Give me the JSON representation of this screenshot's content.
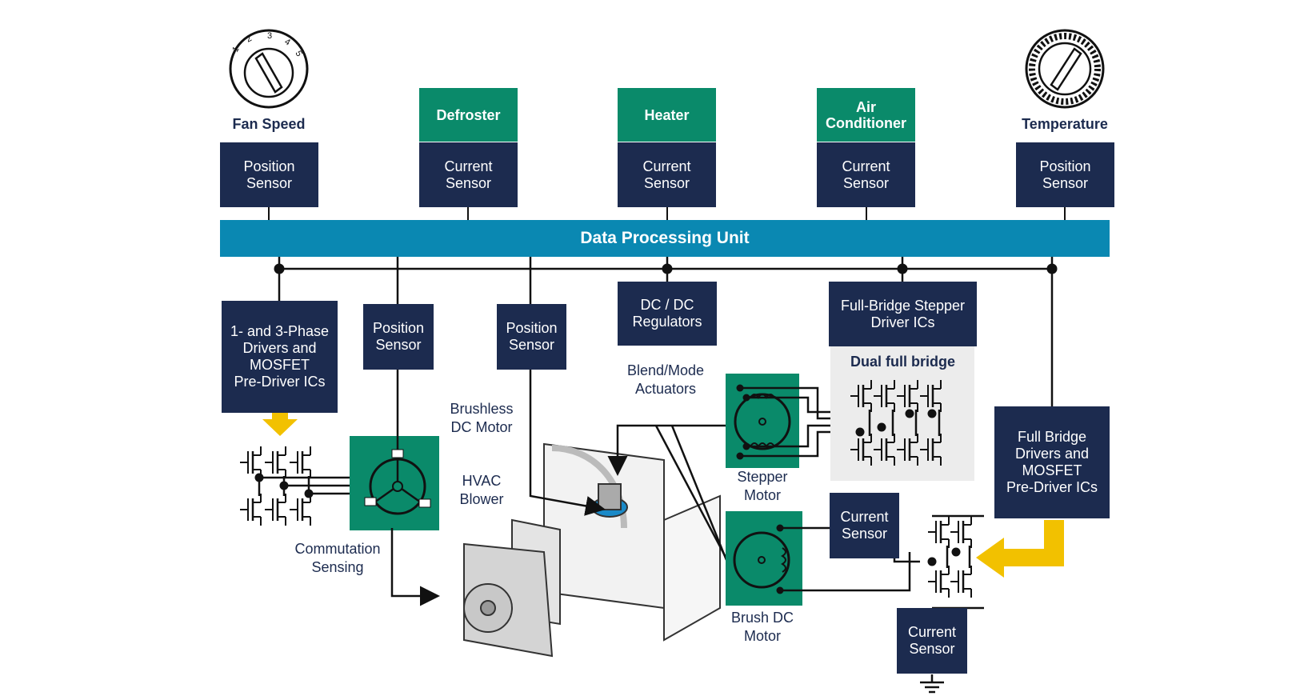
{
  "knobs": {
    "fan": {
      "label": "Fan Speed",
      "numbers": [
        "1",
        "2",
        "3",
        "4",
        "5"
      ]
    },
    "temperature": {
      "label": "Temperature"
    }
  },
  "controls": {
    "defroster": "Defroster",
    "heater": "Heater",
    "air_conditioner": "Air\nConditioner"
  },
  "top_sensors": {
    "fan": "Position\nSensor",
    "defroster": "Current\nSensor",
    "heater": "Current\nSensor",
    "ac": "Current\nSensor",
    "temperature": "Position\nSensor"
  },
  "data_processing_unit": "Data Processing Unit",
  "lower_blocks": {
    "phase_drivers": "1- and 3-Phase\nDrivers and\nMOSFET\nPre-Driver ICs",
    "position_sensor_1": "Position\nSensor",
    "position_sensor_2": "Position\nSensor",
    "dcdc": "DC / DC\nRegulators",
    "stepper_driver": "Full-Bridge Stepper\nDriver ICs",
    "dual_full_bridge": "Dual full bridge",
    "full_bridge": "Full Bridge\nDrivers and\nMOSFET\nPre-Driver ICs",
    "current_sensor_brush": "Current\nSensor",
    "current_sensor_bottom": "Current\nSensor"
  },
  "labels": {
    "commutation": "Commutation\nSensing",
    "bldc": "Brushless\nDC Motor",
    "blower": "HVAC\nBlower",
    "blend": "Blend/Mode\nActuators",
    "stepper": "Stepper\nMotor",
    "brush_dc": "Brush DC\nMotor"
  },
  "colors": {
    "navy": "#1c2b4f",
    "green": "#0a8a6a",
    "blue_bar": "#0a88b2",
    "yellow_arrow": "#f2c100",
    "panel_grey": "#ececec"
  }
}
